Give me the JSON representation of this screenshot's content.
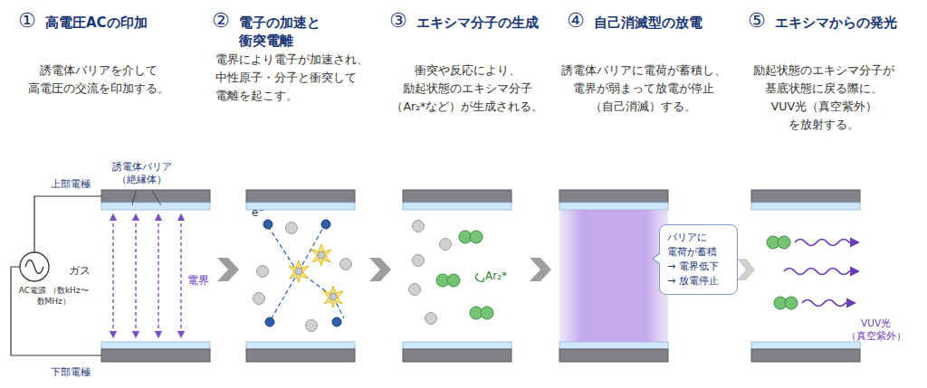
{
  "diagram": {
    "nodes": [
      {
        "text": [
          "バリアに 電荷が蓄積 → 電界低下 → 放電停止"
        ]
      }
    ],
    "labels": [
      "①",
      "高電圧ACの印加",
      "誘電体バリアを介して 高電圧の交流を印加する。",
      "②",
      "電子の加速と 衝突電離",
      "電界により電子が加速され、 中性原子・分子と衝突して 電離を起こす。",
      "③",
      "エキシマ分子の生成",
      "衝突や反応により、 励起状態のエキシマ分子 （Ar₂*など）が生成される。",
      "④",
      "自己消滅型の放電",
      "誘電体バリアに電荷が蓄積し、 電界が弱まって放電が停止 （自己消滅）する。",
      "⑤",
      "エキシマからの発光",
      "励起状態のエキシマ分子が 基底状態に戻る際に、 VUV光（真空紫外）を放射する。",
      "誘電体バリア （絶縁体）",
      "上部電極",
      "ガス",
      "電界",
      "AC電源 （数kHz〜数MHz）",
      "下部電極",
      "e⁻",
      "Ar₂*",
      "VUV光 （真空紫外）"
    ]
  }
}
